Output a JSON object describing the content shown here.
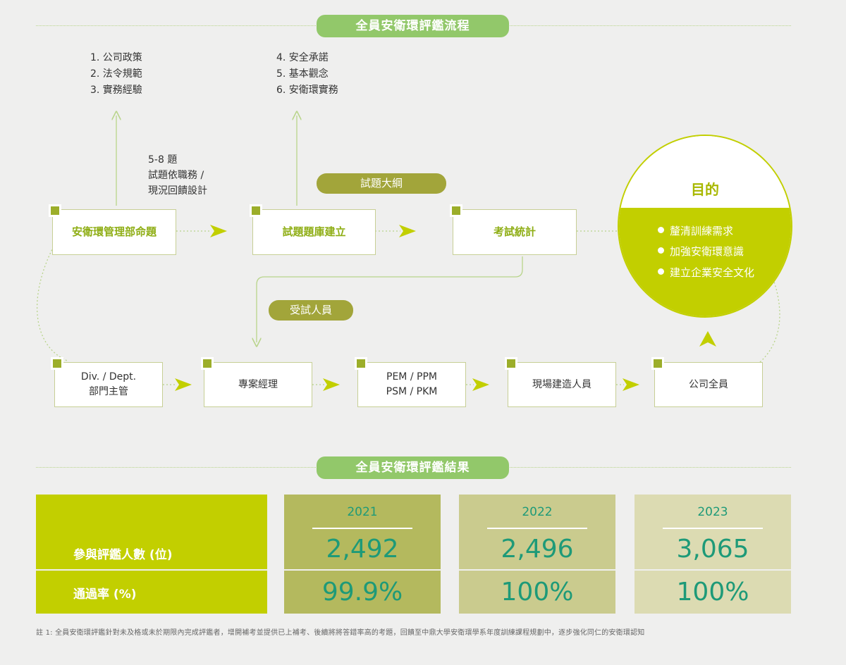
{
  "flow_title": "全員安衛環評鑑流程",
  "result_title": "全員安衛環評鑑結果",
  "list_left": [
    "1. 公司政策",
    "2. 法令規範",
    "3. 實務經驗"
  ],
  "list_right": [
    "4. 安全承諾",
    "5. 基本觀念",
    "6. 安衛環實務"
  ],
  "question_note": [
    "5-8 題",
    "試題依職務 /",
    "現況回饋設計"
  ],
  "pill_outline": "試題大綱",
  "pill_examinees": "受試人員",
  "top_boxes": [
    "安衛環管理部命題",
    "試題題庫建立",
    "考試統計"
  ],
  "bottom_boxes": [
    [
      "Div. / Dept.",
      "部門主管"
    ],
    [
      "專案經理"
    ],
    [
      "PEM / PPM",
      "PSM / PKM"
    ],
    [
      "現場建造人員"
    ],
    [
      "公司全員"
    ]
  ],
  "goal": {
    "title": "目的",
    "items": [
      "釐清訓練需求",
      "加強安衛環意識",
      "建立企業安全文化"
    ]
  },
  "results": {
    "row_labels": [
      "參與評鑑人數 (位)",
      "通過率 (%)"
    ],
    "columns": [
      {
        "year": "2021",
        "participants": "2,492",
        "pass_rate": "99.9%"
      },
      {
        "year": "2022",
        "participants": "2,496",
        "pass_rate": "100%"
      },
      {
        "year": "2023",
        "participants": "3,065",
        "pass_rate": "100%"
      }
    ]
  },
  "footnote": "註 1: 全員安衛環評鑑針對未及格或未於期限內完成評鑑者，增開補考並提供已上補考、後續將將答錯率高的考題，回饋至中鼎大學安衛環學系年度訓練課程規劃中，逐步強化同仁的安衛環認知",
  "colors": {
    "lime": "#c2cf00",
    "pill_green": "#92c86a",
    "olive": "#a2a53a",
    "number_teal": "#1e9a78",
    "col_2021": "#b4b95e",
    "col_2022": "#cacb8e",
    "col_2023": "#dcdbb2"
  }
}
